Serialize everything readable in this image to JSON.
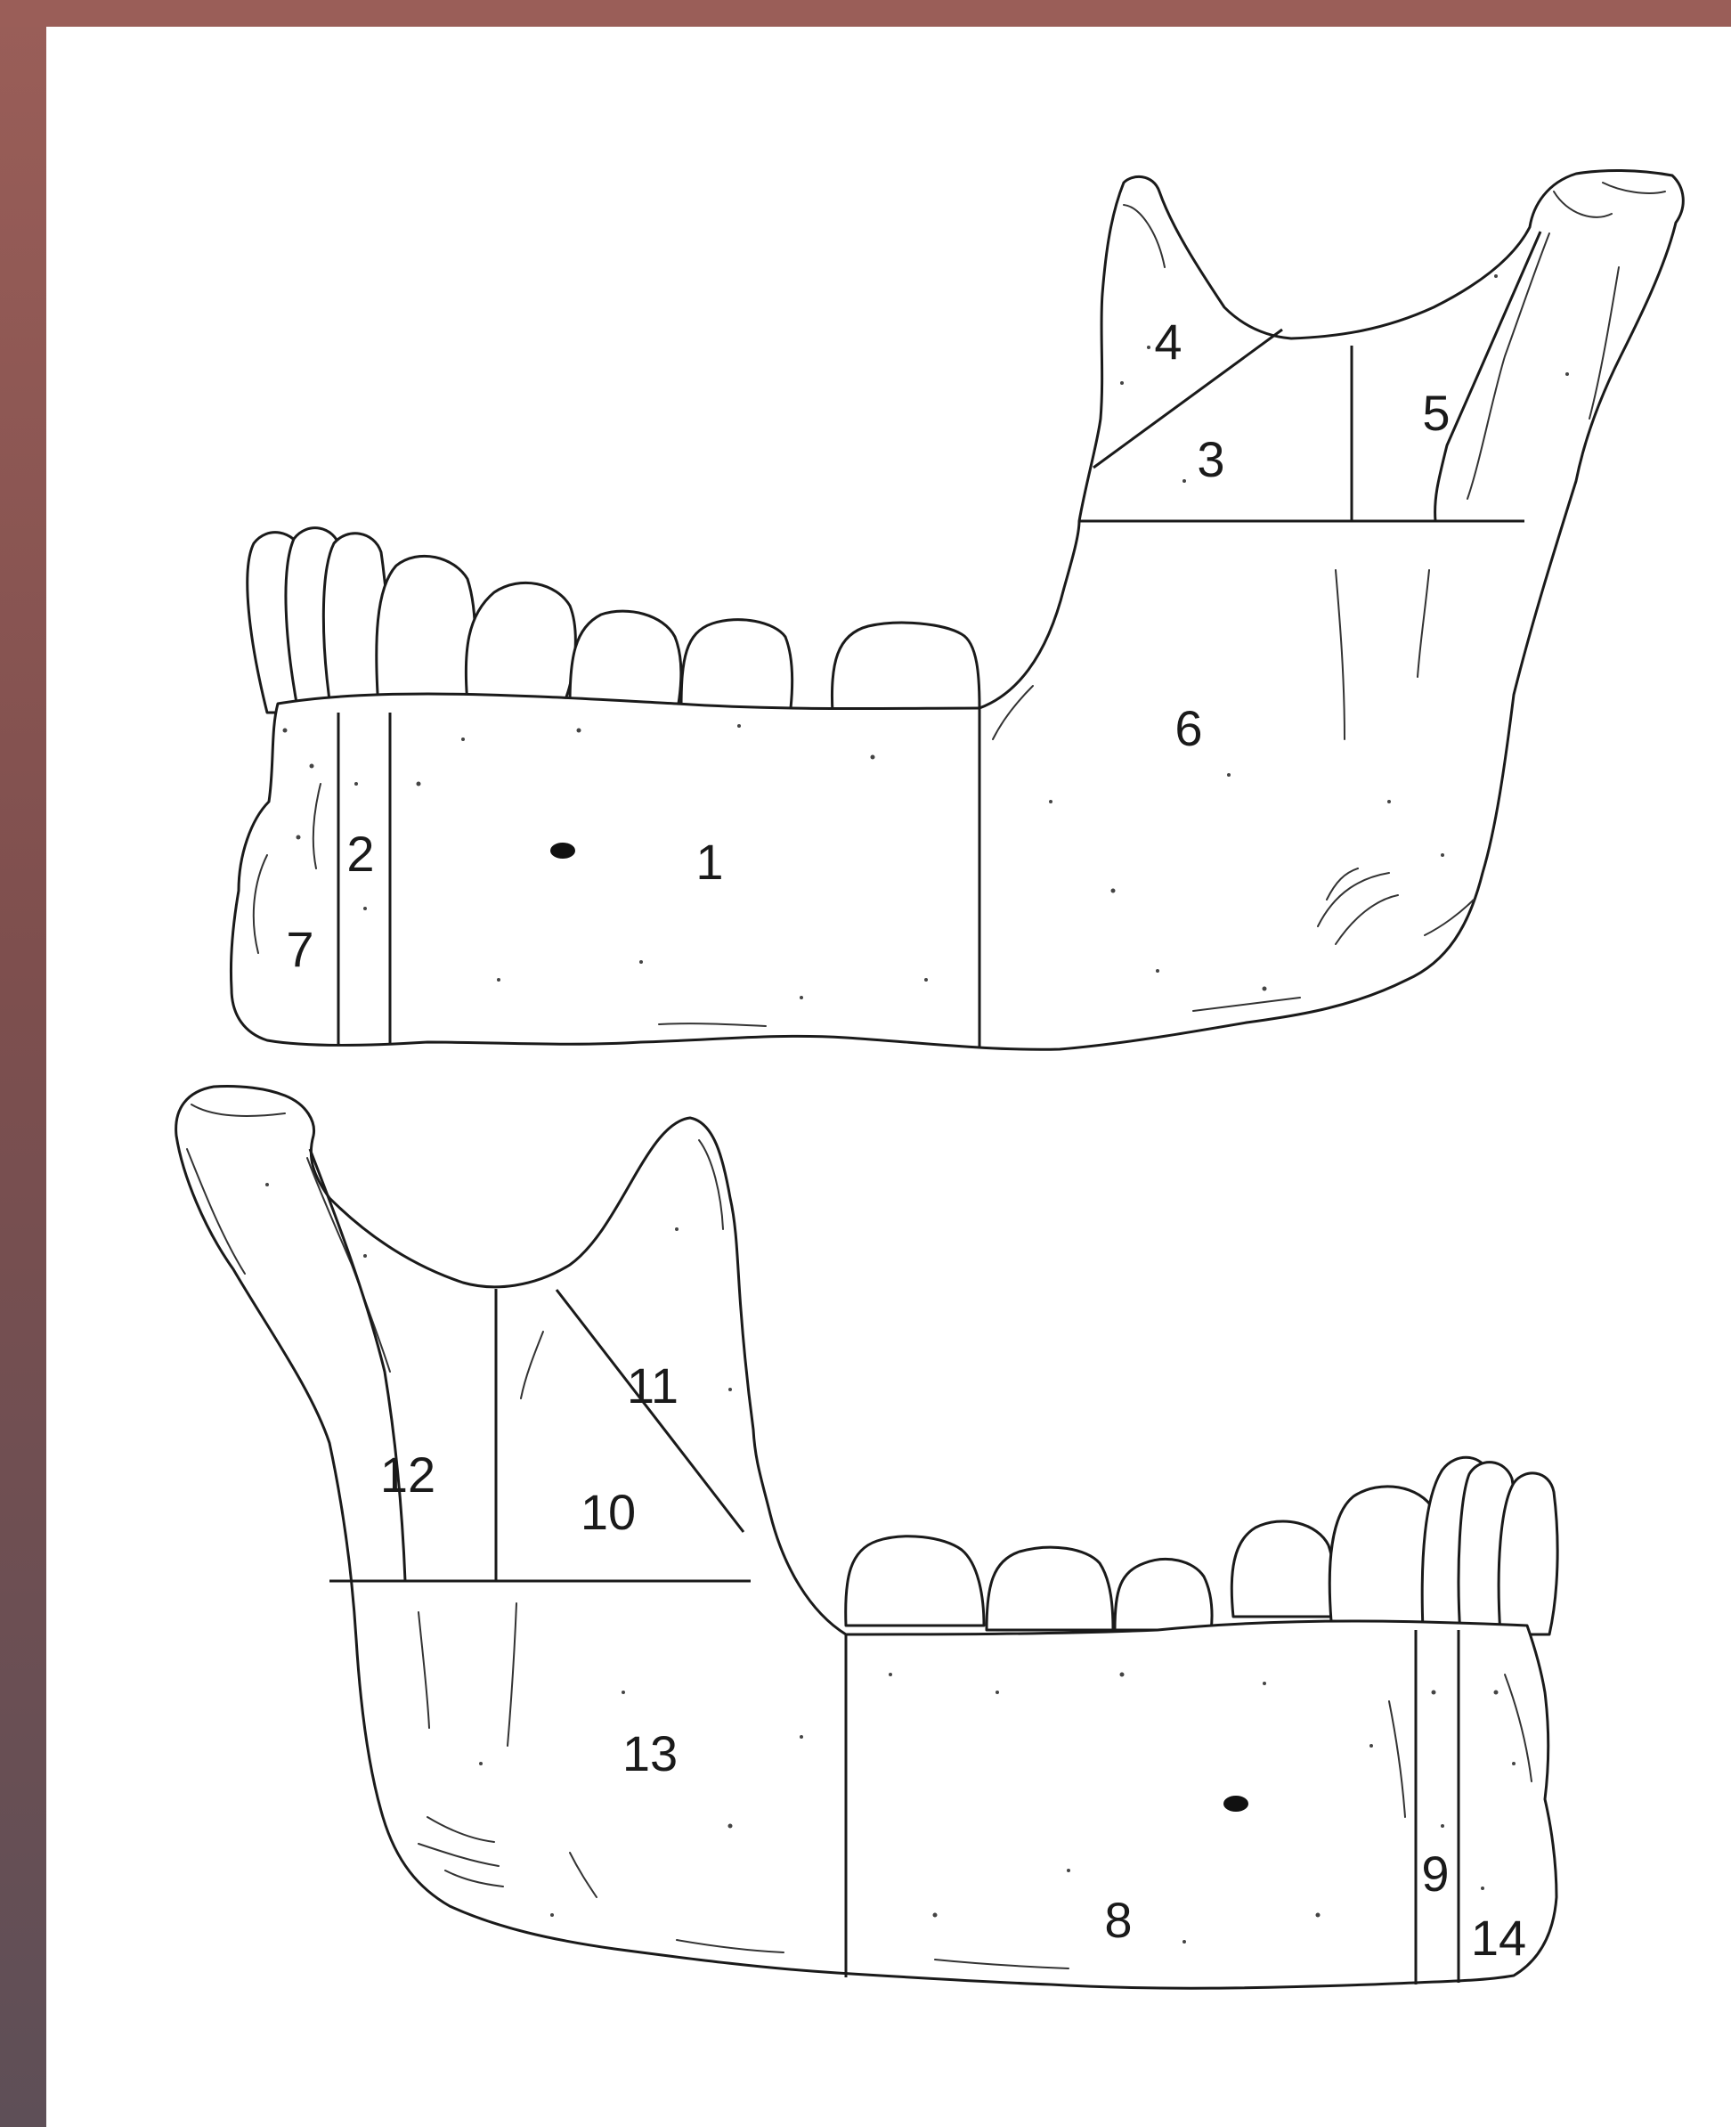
{
  "regions": [
    {
      "id": "region-1",
      "label": "1"
    },
    {
      "id": "region-2",
      "label": "2"
    },
    {
      "id": "region-3",
      "label": "3"
    },
    {
      "id": "region-4",
      "label": "4"
    },
    {
      "id": "region-5",
      "label": "5"
    },
    {
      "id": "region-6",
      "label": "6"
    },
    {
      "id": "region-7",
      "label": "7"
    },
    {
      "id": "region-8",
      "label": "8"
    },
    {
      "id": "region-9",
      "label": "9"
    },
    {
      "id": "region-10",
      "label": "10"
    },
    {
      "id": "region-11",
      "label": "11"
    },
    {
      "id": "region-12",
      "label": "12"
    },
    {
      "id": "region-13",
      "label": "13"
    },
    {
      "id": "region-14",
      "label": "14"
    }
  ]
}
